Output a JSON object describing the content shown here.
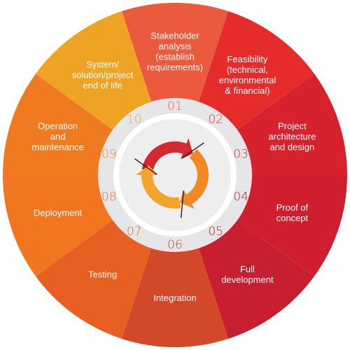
{
  "wheel": {
    "segments": [
      {
        "num": "01",
        "label": [
          "Stakeholder",
          "analysis",
          "(establish",
          "requirements)"
        ],
        "color": "#ec5a3e",
        "num_color": "#e2654a"
      },
      {
        "num": "02",
        "label": [
          "Feasibility",
          "(technical,",
          "environmental",
          "& financial)"
        ],
        "color": "#e52c2a",
        "num_color": "#d83a33"
      },
      {
        "num": "03",
        "label": [
          "Project",
          "architecture",
          "and design"
        ],
        "color": "#d7222e",
        "num_color": "#c62d33"
      },
      {
        "num": "04",
        "label": [
          "Proof of",
          "concept"
        ],
        "color": "#cf1f2e",
        "num_color": "#c02531"
      },
      {
        "num": "05",
        "label": [
          "Full",
          "development"
        ],
        "color": "#c71e30",
        "num_color": "#bb2233"
      },
      {
        "num": "06",
        "label": [
          "Integration"
        ],
        "color": "#d2492a",
        "num_color": "#c8472d"
      },
      {
        "num": "07",
        "label": [
          "Testing"
        ],
        "color": "#e85f22",
        "num_color": "#d96a2c"
      },
      {
        "num": "08",
        "label": [
          "Deployment"
        ],
        "color": "#f1761f",
        "num_color": "#e0782c"
      },
      {
        "num": "09",
        "label": [
          "Operation",
          "and",
          "maintenance"
        ],
        "color": "#ef7a1f",
        "num_color": "#e58a35"
      },
      {
        "num": "10",
        "label": [
          "System/",
          "solution/project",
          "end of life"
        ],
        "color": "#eea323",
        "num_color": "#e6a53a"
      }
    ],
    "colors": {
      "outer_ring": "#e6e6e8",
      "inner_disc": "#eeeeef",
      "cycle_red": "#d32a2f",
      "cycle_orange": "#ef8a22",
      "cycle_yellow": "#f2a52a"
    },
    "center_icon": "circular-arrows-icon"
  }
}
